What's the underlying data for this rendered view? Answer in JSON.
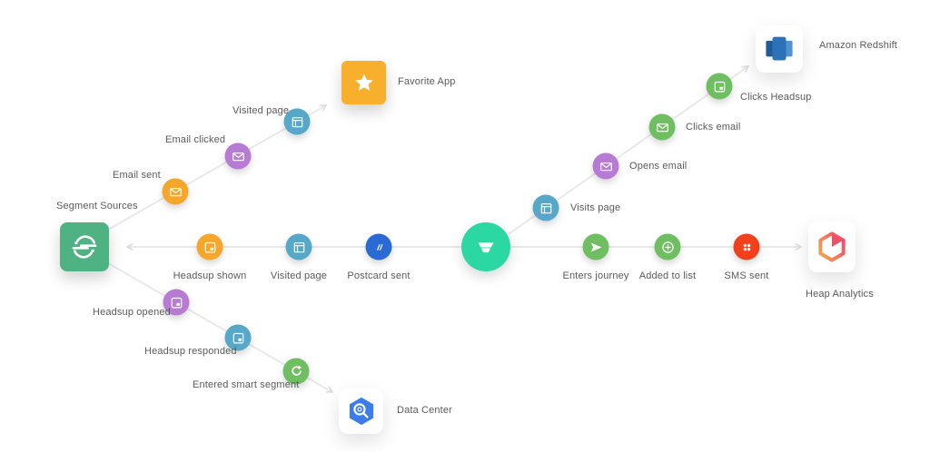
{
  "colors": {
    "background": "#ffffff",
    "connector": "#e9e9e9",
    "label_text": "#5a5a5a",
    "segment_green": "#4fb283",
    "hub_teal": "#2bd8a4",
    "event_yellow": "#f5a62b",
    "event_purple": "#b87bd3",
    "event_blue": "#57a7c9",
    "event_royal_blue": "#2a6ad4",
    "event_green": "#70be62",
    "twilio_red": "#f1401c",
    "favorite_yellow": "#f8b02c",
    "heap_gradient_start": "#f6a14c",
    "heap_gradient_end": "#ec4f6e",
    "redshift_blue": "#2d72b8",
    "bigquery_blue": "#3d7ceb"
  },
  "nodes": {
    "segment_sources": "Segment Sources",
    "email_sent": "Email sent",
    "email_clicked": "Email clicked",
    "visited_page_top": "Visited page",
    "favorite_app": "Favorite App",
    "headsup_shown": "Headsup shown",
    "visited_page_mid": "Visited page",
    "postcard_sent": "Postcard sent",
    "enters_journey": "Enters journey",
    "added_to_list": "Added to list",
    "sms_sent": "SMS sent",
    "heap_analytics": "Heap Analytics",
    "visits_page": "Visits page",
    "opens_email": "Opens email",
    "clicks_email": "Clicks email",
    "clicks_headsup": "Clicks Headsup",
    "amazon_redshift": "Amazon Redshift",
    "headsup_opened": "Headsup opened",
    "headsup_responded": "Headsup responded",
    "entered_smart_segment": "Entered smart segment",
    "data_center": "Data Center"
  },
  "icons": {
    "segment_logo": "segment-s-mark",
    "hub_funnel": "stacked-funnel",
    "envelope": "envelope",
    "browser_window": "browser-window",
    "headsup_popup": "popup-notification",
    "paper_plane": "send-plane",
    "plus_circle": "add-circle",
    "twilio_dots": "four-dots",
    "refresh": "circular-arrow",
    "double_slash": "double-slash",
    "star": "star",
    "redshift_database": "database-columns",
    "heap_hexagon": "hexagon-wedge",
    "bigquery_lens": "hexagon-magnifier"
  }
}
